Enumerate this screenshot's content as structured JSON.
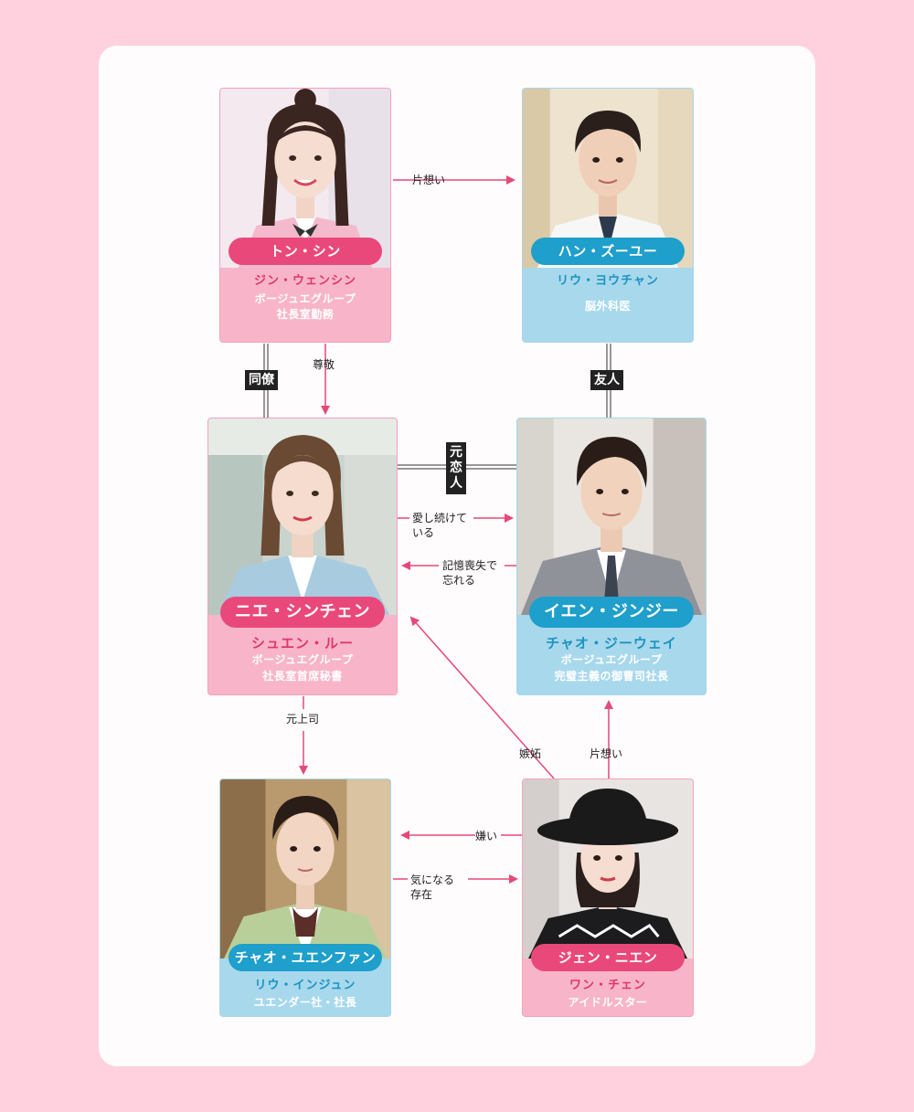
{
  "characters": {
    "ton": {
      "name": "トン・シン",
      "actor": "ジン・ウェンシン",
      "role1": "ボージュエグループ",
      "role2": "社長室勤務"
    },
    "han": {
      "name": "ハン・ズーユー",
      "actor": "リウ・ヨウチャン",
      "role1": "脳外科医",
      "role2": ""
    },
    "nie": {
      "name": "ニエ・シンチェン",
      "actor": "シュエン・ルー",
      "role1": "ボージュエグループ",
      "role2": "社長室首席秘書"
    },
    "ien": {
      "name": "イエン・ジンジー",
      "actor": "チャオ・ジーウェイ",
      "role1": "ボージュエグループ",
      "role2": "完璧主義の御曹司社長"
    },
    "chao": {
      "name": "チャオ・ユエンファン",
      "actor": "リウ・インジュン",
      "role1": "ユエンダー社・社長",
      "role2": ""
    },
    "jen": {
      "name": "ジェン・ニエン",
      "actor": "ワン・チェン",
      "role1": "アイドルスター",
      "role2": ""
    }
  },
  "relations": {
    "kataomoi1": "片想い",
    "douryou": "同僚",
    "sonkei": "尊敬",
    "yuujin": "友人",
    "motokoibito": "元恋人",
    "aishi_line1": "愛し続けて",
    "aishi_line2": "いる",
    "kioku_line1": "記憶喪失で",
    "kioku_line2": "忘れる",
    "motojoushi": "元上司",
    "shitto": "嫉妬",
    "kataomoi2": "片想い",
    "kirai": "嫌い",
    "kininaru_line1": "気になる",
    "kininaru_line2": "存在"
  },
  "colors": {
    "pink": "#e9497a",
    "blue": "#1f9fcb",
    "arrow": "#e44a78",
    "background": "#ffd1df"
  }
}
